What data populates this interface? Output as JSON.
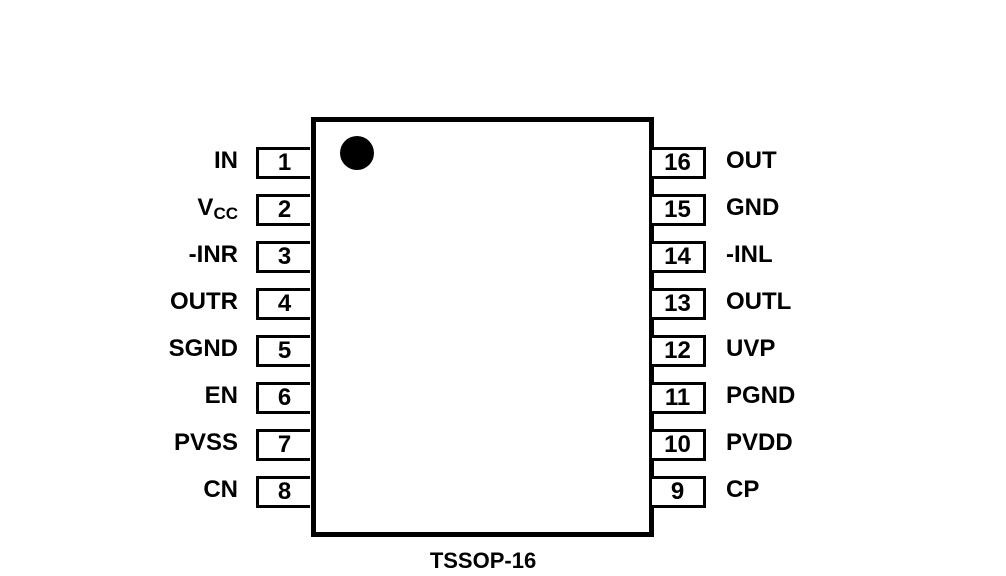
{
  "diagram": {
    "package_label": "TSSOP-16",
    "pin1_marker": "dot",
    "left_pins": [
      {
        "number": "1",
        "name": "IN"
      },
      {
        "number": "2",
        "name": "V",
        "sub": "CC"
      },
      {
        "number": "3",
        "name": "-INR"
      },
      {
        "number": "4",
        "name": "OUTR"
      },
      {
        "number": "5",
        "name": "SGND"
      },
      {
        "number": "6",
        "name": "EN"
      },
      {
        "number": "7",
        "name": "PVSS"
      },
      {
        "number": "8",
        "name": "CN"
      }
    ],
    "right_pins": [
      {
        "number": "16",
        "name": "OUT"
      },
      {
        "number": "15",
        "name": "GND"
      },
      {
        "number": "14",
        "name": "-INL"
      },
      {
        "number": "13",
        "name": "OUTL"
      },
      {
        "number": "12",
        "name": "UVP"
      },
      {
        "number": "11",
        "name": "PGND"
      },
      {
        "number": "10",
        "name": "PVDD"
      },
      {
        "number": "9",
        "name": "CP"
      }
    ]
  }
}
